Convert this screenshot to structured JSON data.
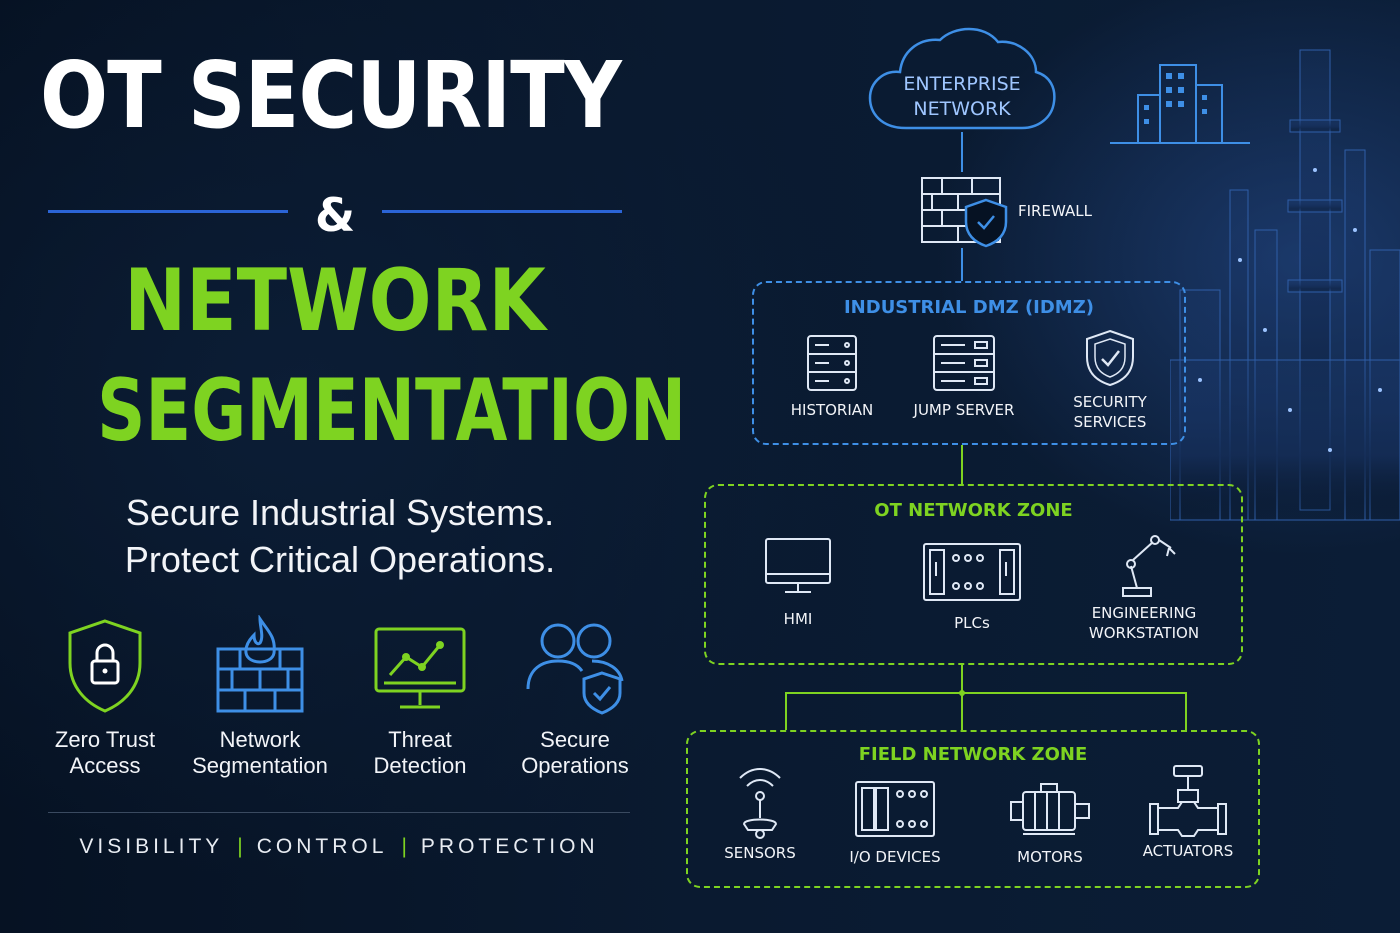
{
  "headline": {
    "line1": "OT SECURITY",
    "ampersand": "&",
    "line2": "NETWORK",
    "line3": "SEGMENTATION"
  },
  "tagline": {
    "line1": "Secure Industrial Systems.",
    "line2": "Protect Critical Operations."
  },
  "features": [
    {
      "label1": "Zero Trust",
      "label2": "Access",
      "icon": "shield-lock-icon"
    },
    {
      "label1": "Network",
      "label2": "Segmentation",
      "icon": "firewall-flame-icon"
    },
    {
      "label1": "Threat",
      "label2": "Detection",
      "icon": "monitor-chart-icon"
    },
    {
      "label1": "Secure",
      "label2": "Operations",
      "icon": "users-shield-icon"
    }
  ],
  "pillars": [
    "VISIBILITY",
    "CONTROL",
    "PROTECTION"
  ],
  "diagram": {
    "enterprise": {
      "line1": "ENTERPRISE",
      "line2": "NETWORK"
    },
    "firewall": "FIREWALL",
    "dmz": {
      "title": "INDUSTRIAL DMZ (IDMZ)",
      "items": [
        {
          "label1": "HISTORIAN",
          "label2": ""
        },
        {
          "label1": "JUMP SERVER",
          "label2": ""
        },
        {
          "label1": "SECURITY",
          "label2": "SERVICES"
        }
      ]
    },
    "ot_zone": {
      "title": "OT NETWORK ZONE",
      "items": [
        {
          "label1": "HMI",
          "label2": ""
        },
        {
          "label1": "PLCs",
          "label2": ""
        },
        {
          "label1": "ENGINEERING",
          "label2": "WORKSTATION"
        }
      ]
    },
    "field_zone": {
      "title": "FIELD NETWORK ZONE",
      "items": [
        {
          "label1": "SENSORS"
        },
        {
          "label1": "I/O DEVICES"
        },
        {
          "label1": "MOTORS"
        },
        {
          "label1": "ACTUATORS"
        }
      ]
    }
  },
  "colors": {
    "green": "#7ed321",
    "blue": "#3e8fe6",
    "background": "#061223"
  }
}
